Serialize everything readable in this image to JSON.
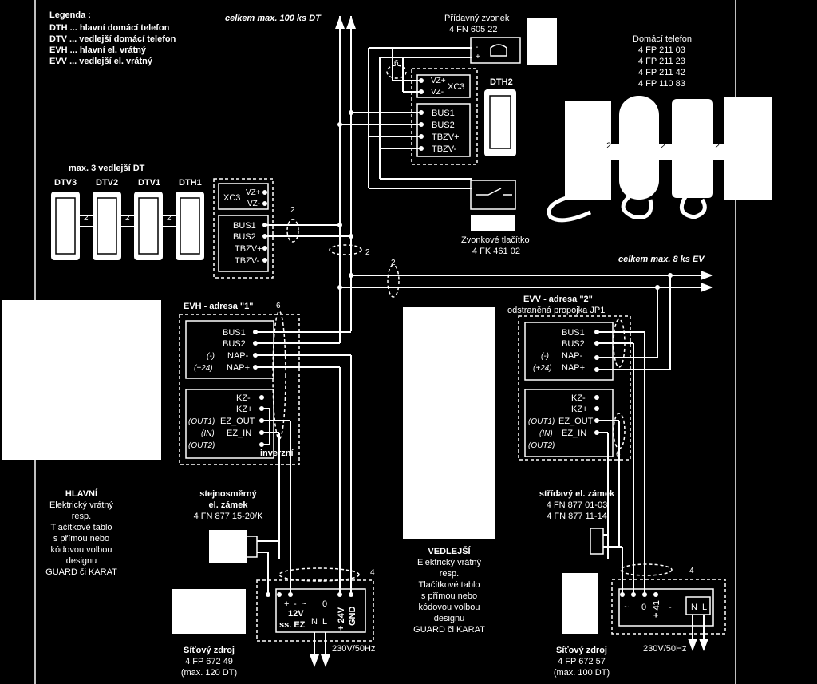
{
  "legend": {
    "title": "Legenda :",
    "items": [
      "DTH ... hlavní domácí telefon",
      "DTV ... vedlejší domácí telefon",
      "EVH ... hlavní el. vrátný",
      "EVV ... vedlejší el. vrátný"
    ]
  },
  "top_label": "celkem max. 100 ks DT",
  "ev_label": "celkem max. 8 ks EV",
  "bell": {
    "title": "Přídavný zvonek",
    "code": "4 FN 605 22"
  },
  "home_phone": {
    "title": "Domácí telefon",
    "codes": [
      "4 FP 211 03",
      "4 FP 211 23",
      "4 FP 211 42",
      "4 FP 110 83"
    ]
  },
  "dth2": "DTH2",
  "xc3_top": {
    "name": "XC3",
    "vz_plus": "VZ+",
    "vz_minus": "VZ-"
  },
  "bus_top": [
    "BUS1",
    "BUS2",
    "TBZV+",
    "TBZV-"
  ],
  "dt_group": {
    "title": "max. 3 vedlejší DT",
    "names": [
      "DTV3",
      "DTV2",
      "DTV1",
      "DTH1"
    ]
  },
  "xc3_left": {
    "name": "XC3",
    "vz_plus": "VZ+",
    "vz_minus": "VZ-"
  },
  "bus_left": [
    "BUS1",
    "BUS2",
    "TBZV+",
    "TBZV-"
  ],
  "button": {
    "title": "Zvonkové tlačítko",
    "code": "4 FK 461 02"
  },
  "wire_counts": {
    "six": "6",
    "two": "2",
    "four": "4"
  },
  "evh": {
    "title": "EVH - adresa \"1\"",
    "bus": [
      "BUS1",
      "BUS2",
      "NAP-",
      "NAP+"
    ],
    "bus_prefix": [
      "",
      "",
      "(-)",
      "(+24)"
    ],
    "kz": [
      "KZ-",
      "KZ+",
      "EZ_OUT",
      "EZ_IN",
      ""
    ],
    "kz_prefix": [
      "",
      "",
      "(OUT1)",
      "(IN)",
      "(OUT2)"
    ],
    "inverze": "inverzní"
  },
  "evv": {
    "title": "EVV - adresa \"2\"",
    "subtitle": "odstraněná propojka JP1",
    "bus": [
      "BUS1",
      "BUS2",
      "NAP-",
      "NAP+"
    ],
    "bus_prefix": [
      "",
      "",
      "(-)",
      "(+24)"
    ],
    "kz": [
      "KZ-",
      "KZ+",
      "EZ_OUT",
      "EZ_IN",
      ""
    ],
    "kz_prefix": [
      "",
      "",
      "(OUT1)",
      "(IN)",
      "(OUT2)"
    ]
  },
  "main_panel": {
    "lines": [
      "HLAVNÍ",
      "Elektrický vrátný",
      "resp.",
      "Tlačítkové tablo",
      "s přímou nebo",
      "kódovou volbou",
      "designu",
      "GUARD či KARAT"
    ]
  },
  "secondary_panel": {
    "lines": [
      "VEDLEJŠÍ",
      "Elektrický vrátný",
      "resp.",
      "Tlačítkové tablo",
      "s přímou nebo",
      "kódovou volbou",
      "designu",
      "GUARD či KARAT"
    ]
  },
  "dc_lock": {
    "lines": [
      "stejnosměrný",
      "el. zámek",
      "4 FN 877 15-20/K"
    ]
  },
  "ac_lock": {
    "lines": [
      "střídavý el. zámek",
      "4 FN 877 01-03",
      "4 FN 877 11-14"
    ]
  },
  "psu_left": {
    "terminals": [
      "+",
      "-",
      "~",
      "0",
      "N",
      "L",
      "+ 24V",
      "GND"
    ],
    "v12": "12V",
    "sz": "ss. EZ",
    "mains": "230V/50Hz",
    "lines": [
      "Síťový zdroj",
      "4 FP 672 49",
      "(max. 120 DT)"
    ]
  },
  "psu_right": {
    "terminals": [
      "~",
      "0",
      "+ 41",
      "-",
      "N",
      "L"
    ],
    "mains": "230V/50Hz",
    "lines": [
      "Síťový zdroj",
      "4 FP 672 57",
      "(max. 100 DT)"
    ]
  }
}
